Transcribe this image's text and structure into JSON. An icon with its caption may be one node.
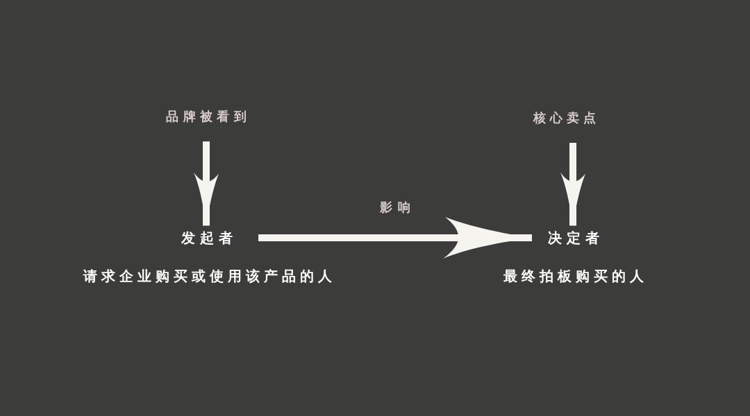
{
  "diagram": {
    "nodes": [
      {
        "text": [
          "品牌被看到"
        ]
      },
      {
        "text": [
          "核心卖点"
        ]
      },
      {
        "text": [
          "发起者"
        ],
        "beside": [
          "请求企业购买或使用该产品的人"
        ]
      },
      {
        "text": [
          "决定者"
        ],
        "beside": [
          "最终拍板购买的人"
        ]
      }
    ],
    "edges": [
      {
        "from": 0,
        "to": 2,
        "arrow": "to"
      },
      {
        "from": 1,
        "to": 3,
        "arrow": "to"
      },
      {
        "from": 2,
        "to": 3,
        "arrow": "to",
        "label": "影响"
      }
    ]
  }
}
